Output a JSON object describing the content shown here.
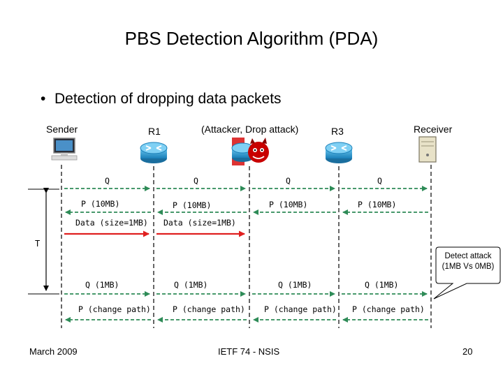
{
  "title": "PBS Detection Algorithm (PDA)",
  "bullet": {
    "marker": "•",
    "text": "Detection of dropping data packets"
  },
  "nodes": {
    "sender": "Sender",
    "r1": "R1",
    "attacker": "(Attacker, Drop attack)",
    "r3": "R3",
    "receiver": "Receiver"
  },
  "messages": {
    "q1": "Q",
    "q2": "Q",
    "q3": "Q",
    "q4": "Q",
    "p10_1": "P (10MB)",
    "p10_2": "P (10MB)",
    "p10_3": "P (10MB)",
    "p10_4": "P (10MB)",
    "data1": "Data (size=1MB)",
    "data2": "Data (size=1MB)",
    "q1mb_1": "Q (1MB)",
    "q1mb_2": "Q (1MB)",
    "q1mb_3": "Q (1MB)",
    "q1mb_4": "Q (1MB)",
    "pc_1": "P (change path)",
    "pc_2": "P (change path)",
    "pc_3": "P (change path)",
    "pc_4": "P (change path)"
  },
  "timer_label": "T",
  "callout": "Detect attack (1MB Vs 0MB)",
  "footer": {
    "date": "March 2009",
    "venue": "IETF 74 - NSIS",
    "page": "20"
  },
  "colors": {
    "arrow": "#2e8b57",
    "data_arrow": "#e02020",
    "router": "#2aa0d8"
  },
  "icons": [
    "computer-icon",
    "router-icon",
    "devil-icon",
    "server-icon"
  ]
}
